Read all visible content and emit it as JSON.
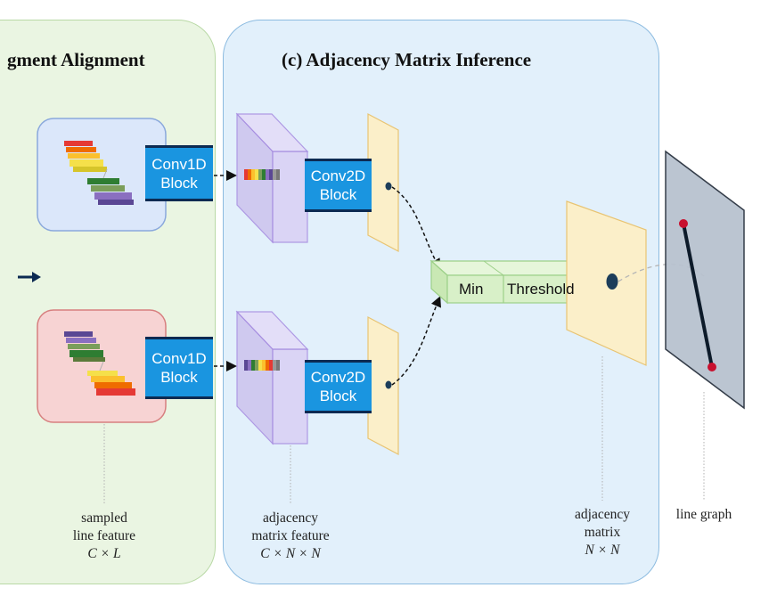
{
  "titles": {
    "left_section": "gment Alignment",
    "right_section": "(c) Adjacency Matrix Inference"
  },
  "blocks": {
    "conv1d_top": [
      "Conv1D",
      "Block"
    ],
    "conv1d_bottom": [
      "Conv1D",
      "Block"
    ],
    "conv2d_top": [
      "Conv2D",
      "Block"
    ],
    "conv2d_bottom": [
      "Conv2D",
      "Block"
    ],
    "min": "Min",
    "threshold": "Threshold"
  },
  "labels": {
    "sampled_line_feature": [
      "sampled",
      "line feature",
      "C × L"
    ],
    "adjacency_matrix_feature": [
      "adjacency",
      "matrix feature",
      "C × N × N"
    ],
    "adjacency_matrix": [
      "adjacency",
      "matrix",
      "N × N"
    ],
    "line_graph": "line graph"
  },
  "colors": {
    "left_panel_bg": "#eaf5e2",
    "right_panel_bg": "#e2f0fb",
    "block_blue": "#1a95e0",
    "matrix_yellow": "#fbefc9",
    "cube_purple": "#d9d0f0",
    "min_threshold_green": "#d8f0c8",
    "node_red": "#c8102e"
  }
}
